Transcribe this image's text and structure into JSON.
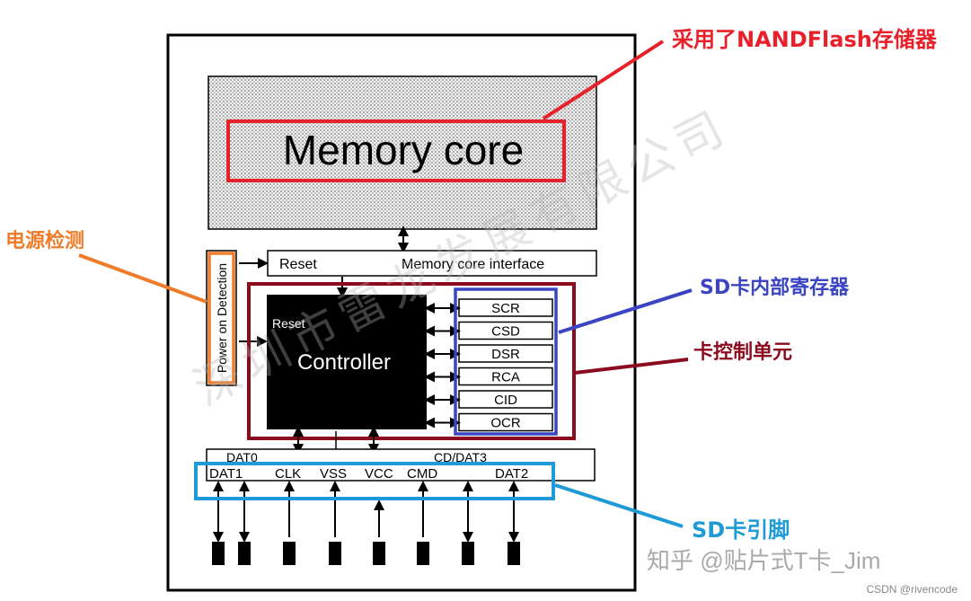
{
  "diagram": {
    "memory_core": "Memory core",
    "reset_top": "Reset",
    "memory_core_interface": "Memory core interface",
    "power_on_detection": "Power on Detection",
    "controller_reset": "Reset",
    "controller": "Controller",
    "registers": [
      "SCR",
      "CSD",
      "DSR",
      "RCA",
      "CID",
      "OCR"
    ],
    "bus_labels": {
      "dat0": "DAT0",
      "cd_dat3": "CD/DAT3"
    },
    "pins": [
      "DAT1",
      "CLK",
      "VSS",
      "VCC",
      "CMD",
      "DAT2"
    ],
    "watermark_cn": "深圳市雷龙发展有限公司",
    "watermark_zhihu": "知乎 @贴片式T卡_Jim",
    "csdn_credit": "CSDN @rivencode"
  },
  "annotations": {
    "nand": {
      "text": "采用了NANDFlash存储器",
      "color": "#e8202a"
    },
    "power": {
      "text": "电源检测",
      "color": "#ef7c2a"
    },
    "registers": {
      "text": "SD卡内部寄存器",
      "color": "#3b45c3"
    },
    "control": {
      "text": "卡控制单元",
      "color": "#8b0a1e"
    },
    "pins": {
      "text": "SD卡引脚",
      "color": "#1e9bd7"
    }
  }
}
